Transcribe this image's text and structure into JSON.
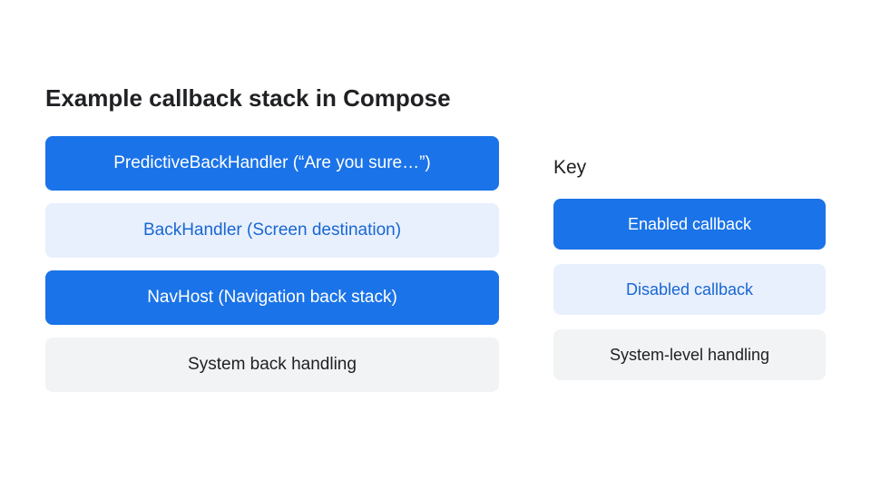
{
  "title": "Example callback stack in Compose",
  "stack": [
    {
      "label": "PredictiveBackHandler (“Are you sure…”)",
      "state": "enabled"
    },
    {
      "label": "BackHandler (Screen destination)",
      "state": "disabled"
    },
    {
      "label": "NavHost (Navigation back stack)",
      "state": "enabled"
    },
    {
      "label": "System back handling",
      "state": "system"
    }
  ],
  "key": {
    "title": "Key",
    "items": [
      {
        "label": "Enabled callback",
        "state": "enabled"
      },
      {
        "label": "Disabled callback",
        "state": "disabled"
      },
      {
        "label": "System-level handling",
        "state": "system"
      }
    ]
  },
  "colors": {
    "enabled_bg": "#1a73e8",
    "enabled_text": "#ffffff",
    "disabled_bg": "#e8f0fe",
    "disabled_text": "#1967d2",
    "system_bg": "#f1f3f4",
    "system_text": "#202124"
  }
}
